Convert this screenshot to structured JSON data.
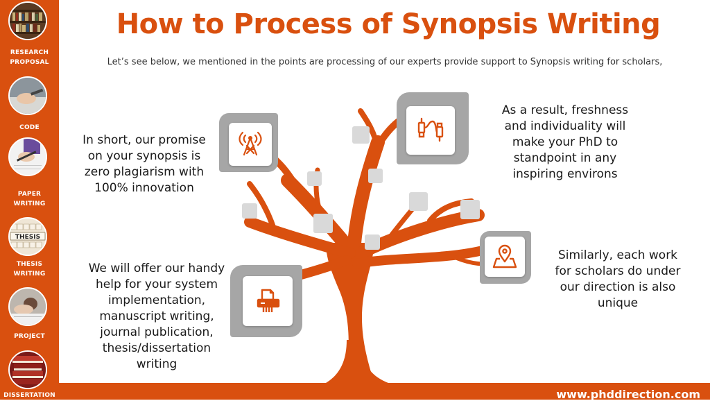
{
  "sidebar": {
    "items": [
      {
        "label_line1": "RESEARCH",
        "label_line2": "PROPOSAL",
        "image": "bookshelf-photo"
      },
      {
        "label_line1": "CODE",
        "label_line2": "",
        "image": "hand-writing-photo"
      },
      {
        "label_line1": "PAPER",
        "label_line2": "WRITING",
        "image": "pen-paper-photo"
      },
      {
        "label_line1": "THESIS",
        "label_line2": "WRITING",
        "image": "thesis-blocks-photo"
      },
      {
        "label_line1": "PROJECT",
        "label_line2": "",
        "image": "person-laptop-photo"
      },
      {
        "label_line1": "DISSERTATION",
        "label_line2": "",
        "image": "book-stack-photo"
      }
    ]
  },
  "header": {
    "title": "How to Process of Synopsis Writing",
    "subtitle": "Let’s see below, we mentioned in the points are processing of our experts provide support to Synopsis writing for scholars,"
  },
  "points": {
    "top_left": [
      "In short, our promise",
      "on your synopsis is",
      "zero plagiarism with",
      "100% innovation"
    ],
    "bottom_left": [
      "We will offer our handy",
      "help for your system",
      "implementation,",
      "manuscript writing,",
      "journal publication,",
      "thesis/dissertation",
      "writing"
    ],
    "top_right": [
      "As a result, freshness",
      "and individuality will",
      "make your PhD to",
      "standpoint in any",
      "inspiring environs"
    ],
    "middle_right": [
      "Similarly, each work",
      "for scholars do under",
      "our direction is also",
      "unique"
    ]
  },
  "icons": {
    "antenna": "antenna-tower-icon",
    "cable": "usb-cable-icon",
    "location": "map-location-icon",
    "printer": "printer-icon"
  },
  "colors": {
    "accent": "#d9500f",
    "card_gray": "#a6a6a6",
    "leaf_gray": "#d9d9d9"
  },
  "footer": {
    "url": "www.phddirection.com"
  }
}
